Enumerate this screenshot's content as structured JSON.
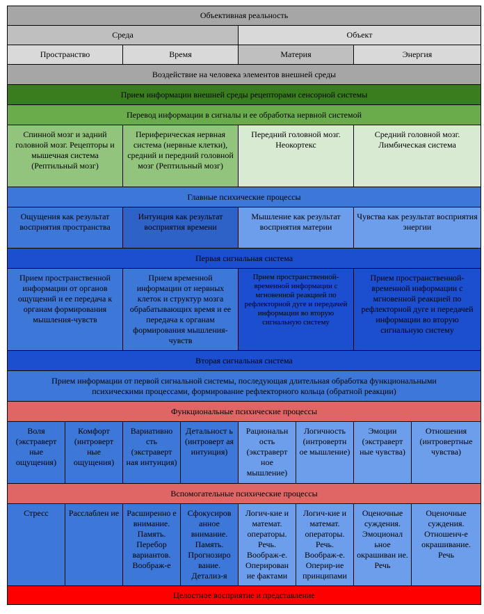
{
  "title": "Объективная реальность",
  "sreda": "Среда",
  "obekt": "Объект",
  "prostranstvo": "Пространство",
  "vremya": "Время",
  "materiya": "Материя",
  "energiya": "Энергия",
  "vozdeystvie": "Воздействие на человека элементов внешней среды",
  "priem": "Прием информации внешней среды рецепторами сенсорной системы",
  "perevod": "Перевод информации в сигналы и ее обработка нервной системой",
  "brain": [
    "Спинной мозг и задний головной мозг. Рецепторы и мышечная система (Рептильный мозг)",
    "Периферическая нервная система (нервные клетки), средний и передний головной мозг (Рептильный мозг)",
    "Передний головной мозг. Неокортекс",
    "Средний головной мозг. Лимбическая система"
  ],
  "glavnye": "Главные психические процессы",
  "main": [
    "Ощущения как результат восприятия пространства",
    "Интуиция как результат восприятия времени",
    "Мышление  как результат восприятия материи",
    "Чувства как результат восприятия энергии"
  ],
  "pervaya": "Первая сигнальная система",
  "first": [
    "Прием пространственной информации от органов ощущений и ее передача к органам формирования мышления-чувств",
    "Прием временной информации от нервных клеток и структур мозга обрабатывающих время и ее передача к органам формирования мышления-чувств",
    "Прием пространственной-временной информации с мгновенной реакцией по рефлекторной дуге и передачей информации во вторую сигнальную систему",
    "Прием пространственной-временной информации с мгновенной реакцией по рефлекторной дуге и передачей информации во вторую сигнальную систему"
  ],
  "vtoraya": "Вторая сигнальная система",
  "second": "Прием информации от первой сигнальной системы, последующая длительная обработка функциональными психическими процессами, формирование рефлекторного кольца (обратной реакции)",
  "funkc": "Функциональные психические процессы",
  "func": [
    "Воля (экстраверт ные ощущения)",
    "Комфорт (интроверт ные ощущения)",
    "Вариативно сть (экстраверт ная интуиция)",
    "Детальност ь (интроверт ая интуиция)",
    "Рациональн ость (экстраверт ное мышление)",
    "Логичность (интровертн ое мышление)",
    "Эмоции (экстраверт ные чувства)",
    "Отношения (интровертные чувства)"
  ],
  "vspom": "Вспомогательные психические процессы",
  "aux": [
    "Стресс",
    "Расслаблен ие",
    "Расширенно е внимание. Память. Перебор вариантов. Воображ-е",
    "Сфокусиров анное внимание. Память. Прогнозиро вание. Детализ-я",
    "Логич-кие и математ. операторы. Речь. Воображ-е. Оперирован ие фактами",
    "Логич-кие и математ. операторы. Речь. Воображ-е. Оперир-ие принципами",
    "Оценочные суждения. Эмоционал ьное окрашиван ие. Речь",
    "Оценочные суждения. Отношенч-е окрашивание. Речь"
  ],
  "celostnoe": "Целостное восприятие и представление"
}
